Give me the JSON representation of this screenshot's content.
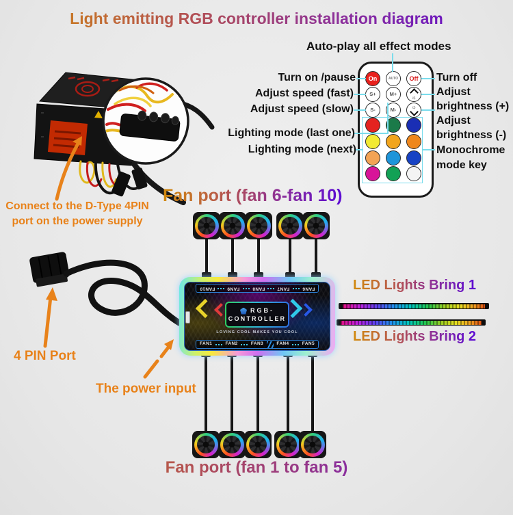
{
  "title": "Light emitting RGB controller installation diagram",
  "remote": {
    "auto_play_label": "Auto-play all effect modes",
    "left_labels": [
      "Turn on /pause",
      "Adjust speed (fast)",
      "Adjust speed (slow)",
      "Lighting mode (last one)",
      "Lighting mode (next)"
    ],
    "right_labels": [
      "Turn off",
      "Adjust\nbrightness (+)",
      "Adjust\nbrightness (-)",
      "Monochrome\nmode key"
    ],
    "buttons": {
      "on": "On",
      "auto": "AUTO",
      "off": "Off",
      "s_plus": "S+",
      "m_plus": "M+",
      "s_minus": "S-",
      "m_minus": "M-"
    },
    "color_keys": [
      "#e42320",
      "#1b7a49",
      "#1a2eb4",
      "#f2ea33",
      "#f2a51d",
      "#ef871c",
      "#f2a355",
      "#1e95da",
      "#1843c4",
      "#d81499",
      "#12a155",
      "#f4f4f4"
    ]
  },
  "psu_annotation": "Connect to the D-Type 4PIN\nport on the power supply",
  "fan_port_top": "Fan port (fan 6-fan 10)",
  "fan_port_bottom": "Fan port (fan 1 to fan 5)",
  "four_pin_label": "4 PIN Port",
  "power_input_label": "The power input",
  "led_strip_1_label": "LED Lights Bring 1",
  "led_strip_2_label": "LED Lights Bring 2",
  "controller": {
    "top_ports": [
      "FAN10",
      "FAN9",
      "FAN8",
      "FAN7",
      "FAN6"
    ],
    "bottom_ports": [
      "FAN1",
      "FAN2",
      "FAN3",
      "FAN4",
      "FAN5"
    ],
    "name_line1": "RGB-",
    "name_line2": "CONTROLLER",
    "slogan": "LOVING COOL MAKES YOU COOL"
  },
  "colors": {
    "annotation_orange": "#e8821a",
    "callout_cyan": "#7adcec",
    "title_gradient_start": "#d28a0c",
    "title_gradient_end": "#5b0ad4"
  }
}
